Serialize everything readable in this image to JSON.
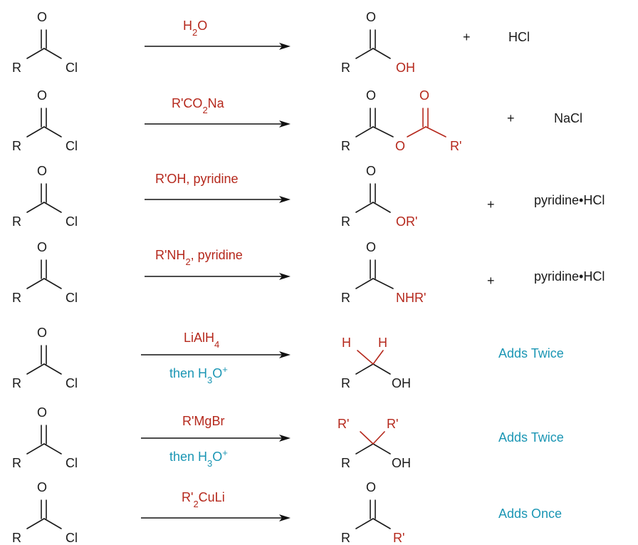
{
  "atoms": {
    "R": "R",
    "O": "O",
    "Cl": "Cl",
    "OH": "OH",
    "H": "H",
    "R_prime": "R'",
    "OR_prime": "OR'",
    "NHR_prime": "NHR'"
  },
  "reactions": [
    {
      "reagent_parts": [
        "H",
        "2",
        "O"
      ],
      "byproduct": {
        "plus": "+",
        "text": "HCl"
      }
    },
    {
      "reagent_parts": [
        "R'CO",
        "2",
        "Na"
      ],
      "byproduct": {
        "plus": "+",
        "text": "NaCl"
      }
    },
    {
      "reagent_parts": [
        "R'OH, pyridine"
      ],
      "byproduct": {
        "plus": "+",
        "text": "pyridine•HCl"
      }
    },
    {
      "reagent_parts": [
        "R'NH",
        "2",
        ", pyridine"
      ],
      "byproduct": {
        "plus": "+",
        "text": "pyridine•HCl"
      }
    },
    {
      "reagent_parts": [
        "LiAlH",
        "4"
      ],
      "workup_parts": [
        "then H",
        "3",
        "O",
        "+"
      ],
      "note": "Adds Twice"
    },
    {
      "reagent_parts": [
        "R'MgBr"
      ],
      "workup_parts": [
        "then H",
        "3",
        "O",
        "+"
      ],
      "note": "Adds Twice"
    },
    {
      "reagent_parts": [
        "R'",
        "2",
        "CuLi"
      ],
      "note": "Adds Once"
    }
  ],
  "colors": {
    "reagent": "#b5281c",
    "workup": "#1b96b4",
    "note": "#1b96b4",
    "structure": "#1a1a1a"
  }
}
